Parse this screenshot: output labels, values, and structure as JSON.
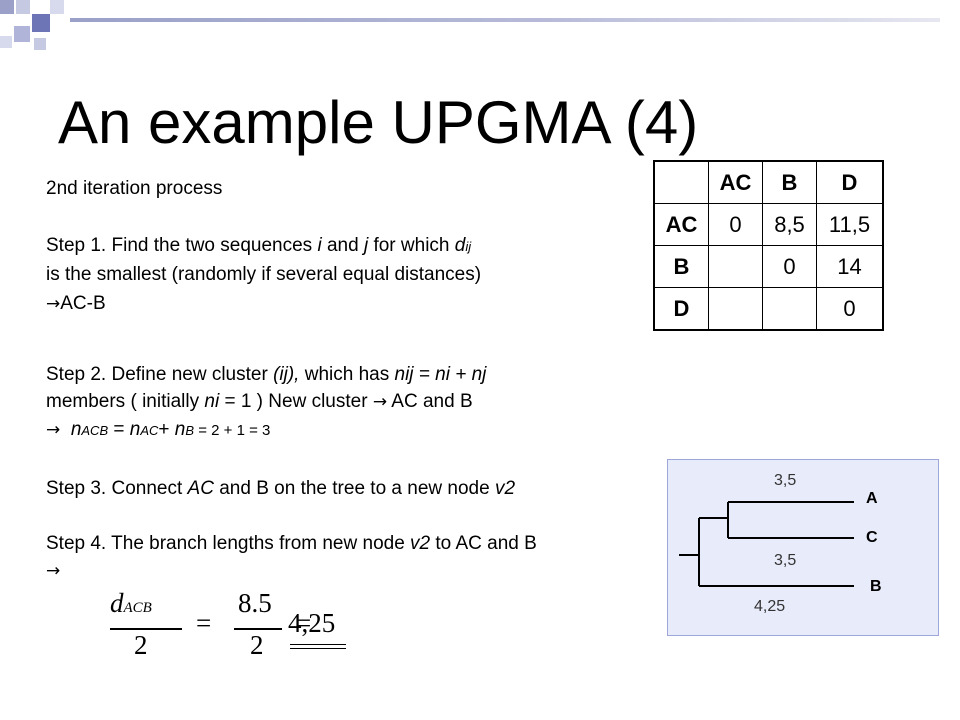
{
  "slide": {
    "title": "An example UPGMA (4)",
    "iteration": "2nd iteration process",
    "step1": {
      "line1_a": "Step 1. Find the two sequences ",
      "i": "i",
      "and": " and ",
      "j": "j",
      "line1_b": " for which ",
      "d": "d",
      "d_sub": "ij",
      "line2": "is the smallest (randomly if several equal distances)",
      "result": "AC-B"
    },
    "step2": {
      "a": "Step 2. Define new cluster ",
      "ij": "(ij),",
      "b": " which has ",
      "formula": "nij = ni + nj",
      "c": "members ( initially ",
      "ni1": "ni",
      "d": " = 1 ) New cluster ",
      "e": " AC and B",
      "n_acb": "n",
      "sub_acb": "ACB",
      "eq": " = ",
      "n_ac": "n",
      "sub_ac": "AC",
      "plus": "+ ",
      "n_b": "n",
      "sub_b": "B",
      "tail": " = 2 + 1 = 3"
    },
    "step3": {
      "a": "Step 3. Connect ",
      "ac": "AC",
      "b": " and B on the tree to a new node ",
      "v2": "v2"
    },
    "step4": {
      "a": "Step 4. The branch lengths from new node ",
      "v2": "v2",
      "b": " to AC and B"
    },
    "arrow_symbol": "→",
    "formula": {
      "d": "d",
      "d_sub": "ACB",
      "two1": "2",
      "eq1": "=",
      "num2": "8.5",
      "two2": "2",
      "eq2": "=",
      "result": "4,25"
    }
  },
  "matrix": {
    "columns": [
      "",
      "AC",
      "B",
      "D"
    ],
    "rows": [
      [
        "AC",
        "0",
        "8,5",
        "11,5"
      ],
      [
        "B",
        "",
        "0",
        "14"
      ],
      [
        "D",
        "",
        "",
        "0"
      ]
    ]
  },
  "tree": {
    "branch_top": "3,5",
    "branch_mid": "3,5",
    "branch_bottom": "4,25",
    "leaves": [
      "A",
      "C",
      "B"
    ]
  }
}
